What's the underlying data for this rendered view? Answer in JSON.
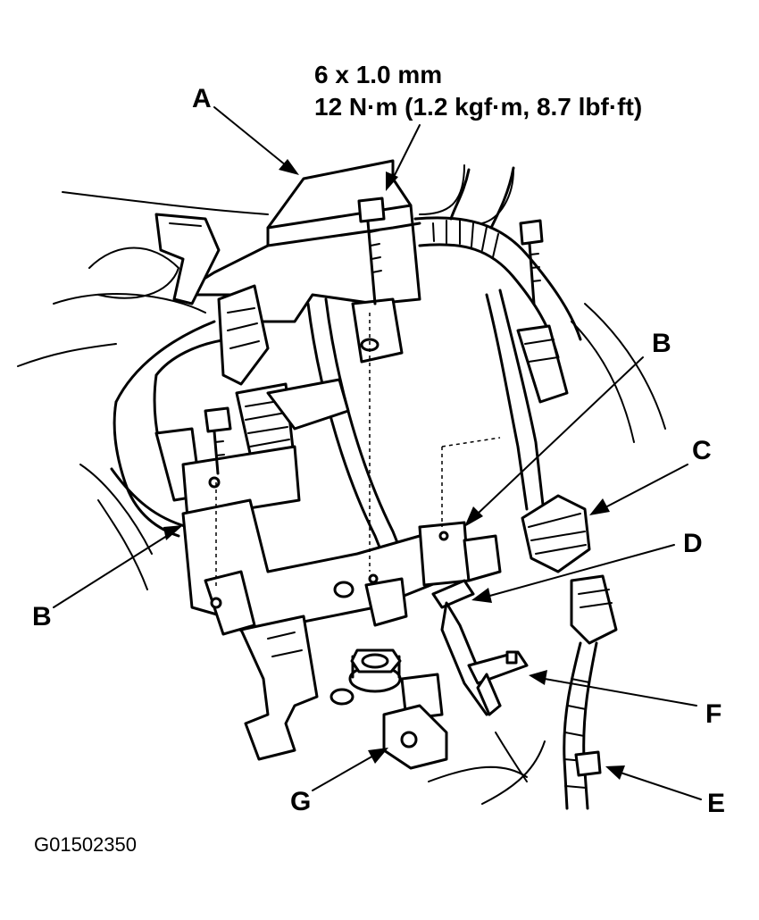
{
  "spec": {
    "line1": "6 x 1.0 mm",
    "line2": "12 N·m (1.2 kgf·m, 8.7 lbf·ft)"
  },
  "callouts": {
    "A": "A",
    "B_right": "B",
    "B_left": "B",
    "C": "C",
    "D": "D",
    "E": "E",
    "F": "F",
    "G": "G"
  },
  "figure_id": "G01502350",
  "colors": {
    "ink": "#000000",
    "paper": "#ffffff"
  }
}
